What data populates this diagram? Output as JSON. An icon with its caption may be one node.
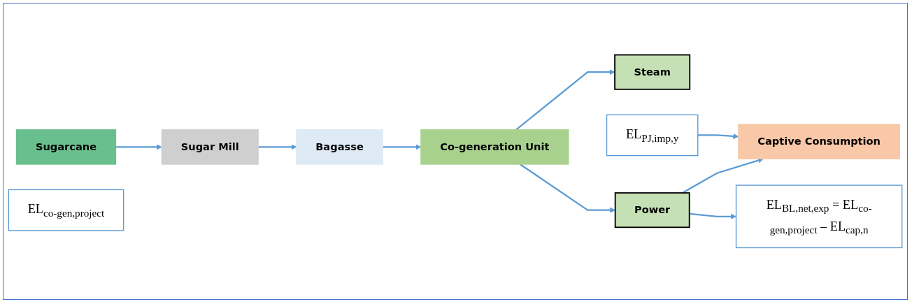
{
  "diagram": {
    "nodes": [
      {
        "text": [
          "Sugarcane"
        ]
      },
      {
        "text": [
          "Sugar Mill"
        ]
      },
      {
        "text": [
          "Bagasse"
        ]
      },
      {
        "text": [
          "EL$_{co-gen,project}$"
        ]
      },
      {
        "text": [
          "Co-generation Unit"
        ]
      },
      {
        "text": [
          "Steam"
        ]
      },
      {
        "text": [
          "Power"
        ]
      },
      {
        "text": [
          "Captive Consumption"
        ]
      },
      {
        "text": [
          "EL$_{BL,net,exp}$ = EL$_{co-gen,project}$ – EL$_{cap,n}$"
        ]
      },
      {
        "text": [
          "EL$_{PJ,imp,y}$"
        ]
      }
    ],
    "edges": [
      {
        "from": 0,
        "to": 1,
        "arrow": "to"
      },
      {
        "from": 1,
        "to": 2,
        "arrow": "to"
      },
      {
        "from": 2,
        "to": 4,
        "arrow": "to"
      },
      {
        "from": 4,
        "to": 5,
        "arrow": "to"
      },
      {
        "from": 4,
        "to": 6,
        "arrow": "to"
      },
      {
        "from": 6,
        "to": 7,
        "arrow": "to"
      },
      {
        "from": 6,
        "to": 8,
        "arrow": "to"
      },
      {
        "from": 9,
        "to": 7,
        "arrow": "to"
      }
    ]
  }
}
